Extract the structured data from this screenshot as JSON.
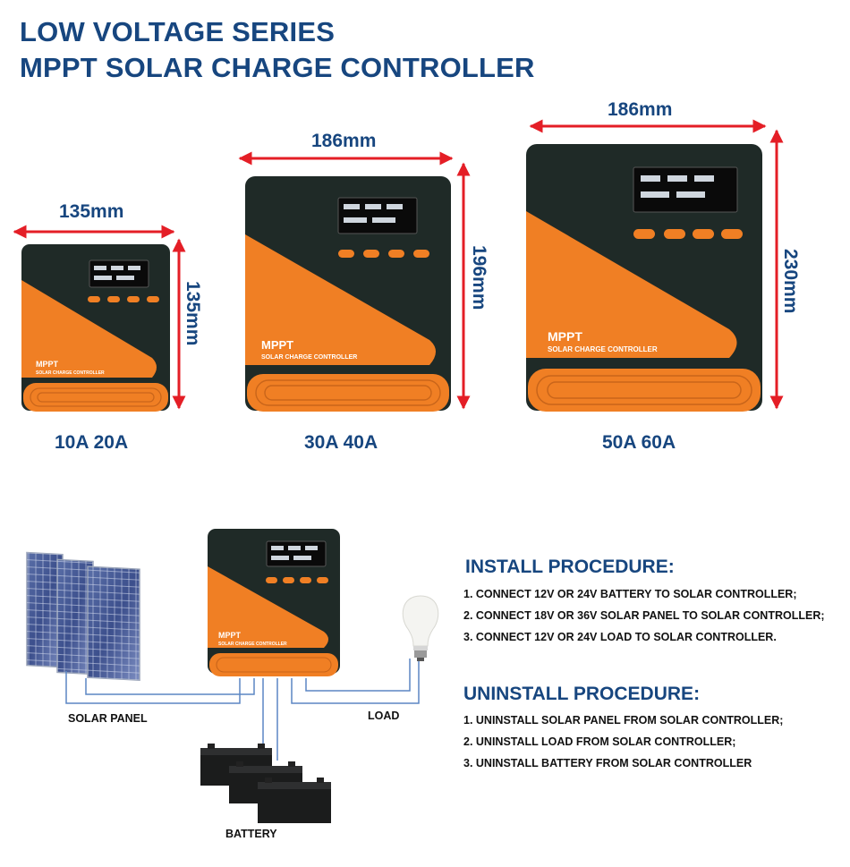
{
  "title": {
    "line1": "LOW VOLTAGE SERIES",
    "line2": "MPPT SOLAR CHARGE CONTROLLER"
  },
  "products": [
    {
      "width_label": "135mm",
      "height_label": "135mm",
      "model_label": "10A 20A",
      "brand": "MPPT",
      "subtitle": "SOLAR CHARGE CONTROLLER"
    },
    {
      "width_label": "186mm",
      "height_label": "196mm",
      "model_label": "30A 40A",
      "brand": "MPPT",
      "subtitle": "SOLAR CHARGE CONTROLLER"
    },
    {
      "width_label": "186mm",
      "height_label": "230mm",
      "model_label": "50A 60A",
      "brand": "MPPT",
      "subtitle": "SOLAR CHARGE CONTROLLER"
    }
  ],
  "diagram": {
    "solar_panel_label": "SOLAR PANEL",
    "load_label": "LOAD",
    "battery_label": "BATTERY",
    "device_brand": "MPPT",
    "device_subtitle": "SOLAR CHARGE CONTROLLER"
  },
  "install": {
    "heading": "INSTALL PROCEDURE:",
    "steps": [
      "1. CONNECT 12V OR 24V BATTERY TO SOLAR CONTROLLER;",
      "2. CONNECT 18V OR 36V SOLAR PANEL TO SOLAR CONTROLLER;",
      "3. CONNECT 12V OR 24V LOAD TO SOLAR CONTROLLER."
    ]
  },
  "uninstall": {
    "heading": "UNINSTALL PROCEDURE:",
    "steps": [
      "1. UNINSTALL SOLAR PANEL FROM SOLAR CONTROLLER;",
      "2. UNINSTALL LOAD FROM SOLAR CONTROLLER;",
      "3. UNINSTALL BATTERY FROM SOLAR CONTROLLER"
    ]
  },
  "colors": {
    "title_blue": "#17467f",
    "arrow_red": "#e41e26",
    "device_dark": "#1f2a27",
    "device_orange": "#f07f24",
    "wire_blue": "#5b86c4",
    "screen_black": "#0a0a0a"
  }
}
